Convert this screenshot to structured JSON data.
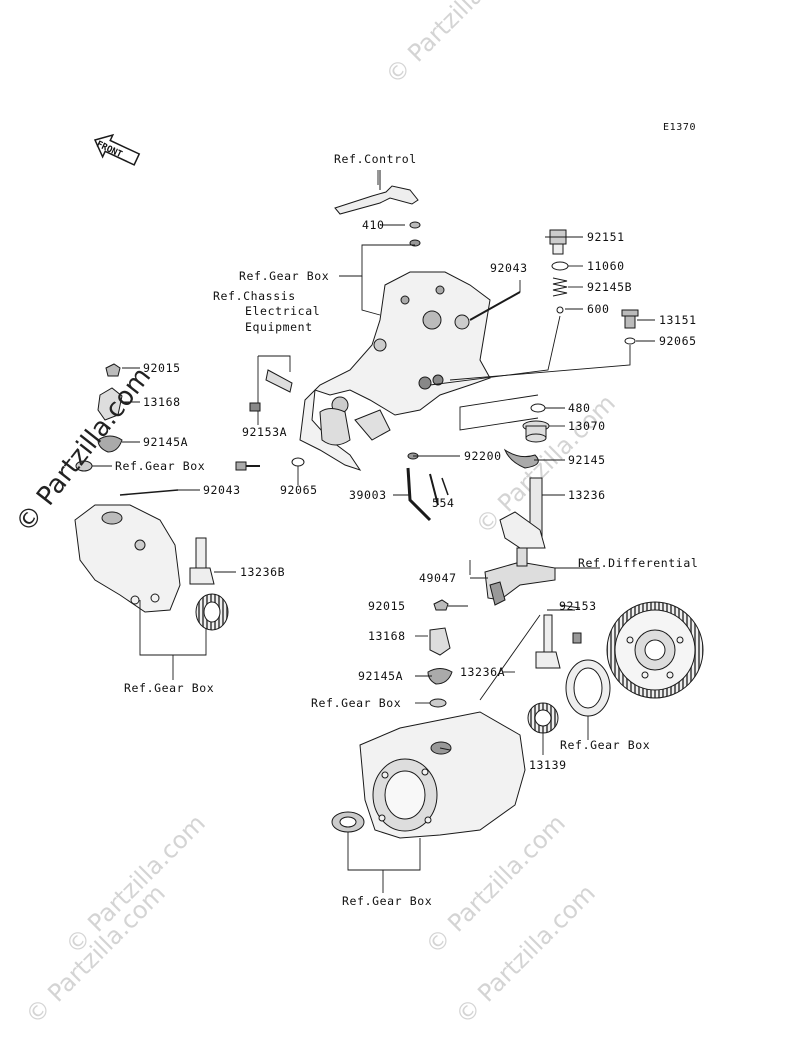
{
  "diagram_id": "E1370",
  "watermark_main": "© Partzilla.com",
  "watermark_faint": "© Partzilla.com",
  "front_arrow": "FRONT",
  "labels": {
    "ref_control": "Ref.Control",
    "p410": "410",
    "ref_gear_box_top": "Ref.Gear Box",
    "ref_chassis": "Ref.Chassis",
    "electrical": "Electrical",
    "equipment": "Equipment",
    "p92043_top": "92043",
    "p92151": "92151",
    "p11060": "11060",
    "p92145b": "92145B",
    "p600": "600",
    "p13151": "13151",
    "p92065_right": "92065",
    "p480": "480",
    "p13070": "13070",
    "p92145": "92145",
    "p13236": "13236",
    "p92015_left": "92015",
    "p13168_left": "13168",
    "p92145a_left": "92145A",
    "ref_gear_box_left": "Ref.Gear Box",
    "p92043_left": "92043",
    "p92153a": "92153A",
    "p92065_mid": "92065",
    "p92200": "92200",
    "p39003": "39003",
    "p554": "554",
    "p13236b": "13236B",
    "ref_gear_box_bottom_left": "Ref.Gear Box",
    "p49047": "49047",
    "ref_differential": "Ref.Differential",
    "p92015_mid": "92015",
    "p92153": "92153",
    "p13168_mid": "13168",
    "p92145a_mid": "92145A",
    "p13236a": "13236A",
    "ref_gear_box_mid": "Ref.Gear Box",
    "ref_gear_box_right": "Ref.Gear Box",
    "p13139": "13139",
    "ref_gear_box_bottom": "Ref.Gear Box"
  },
  "colors": {
    "line": "#1a1a1a",
    "part_fill": "#e6e6e6",
    "part_dark": "#8a8a8a",
    "watermark": "#d4d4d4"
  }
}
